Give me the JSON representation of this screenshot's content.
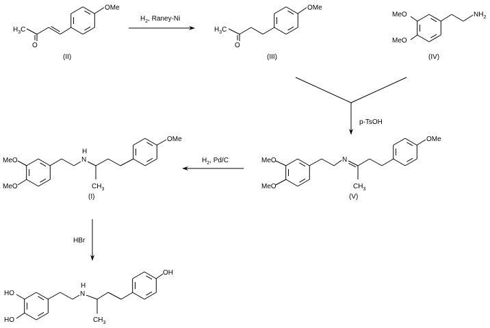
{
  "compounds": {
    "II": {
      "label": "(II)",
      "ome": "OMe",
      "methyl": [
        "H",
        "3",
        "C"
      ],
      "oxygen": "O"
    },
    "III": {
      "label": "(III)",
      "ome": "OMe",
      "methyl": [
        "H",
        "3",
        "C"
      ],
      "oxygen": "O"
    },
    "IV": {
      "label": "(IV)",
      "meo_top": "MeO",
      "meo_bottom": "MeO",
      "amine": [
        "NH",
        "2"
      ]
    },
    "V": {
      "label": "(V)",
      "meo_top": "MeO",
      "meo_bottom": "MeO",
      "nitrogen": "N",
      "methyl": [
        "CH",
        "3"
      ],
      "ome": "OMe"
    },
    "I": {
      "label": "(I)",
      "meo_top": "MeO",
      "meo_bottom": "MeO",
      "nh_h": "H",
      "nitrogen": "N",
      "methyl": [
        "CH",
        "3"
      ],
      "ome": "OMe"
    },
    "product": {
      "ho_top": "HO",
      "ho_bottom": "HO",
      "nh_h": "H",
      "nitrogen": "N",
      "methyl": [
        "CH",
        "3"
      ],
      "oh": "OH"
    }
  },
  "reagents": {
    "step1": [
      "H",
      "2",
      ", Raney-Ni"
    ],
    "step2": "p-TsOH",
    "step3": [
      "H",
      "2",
      ", Pd/C"
    ],
    "step4": "HBr"
  }
}
